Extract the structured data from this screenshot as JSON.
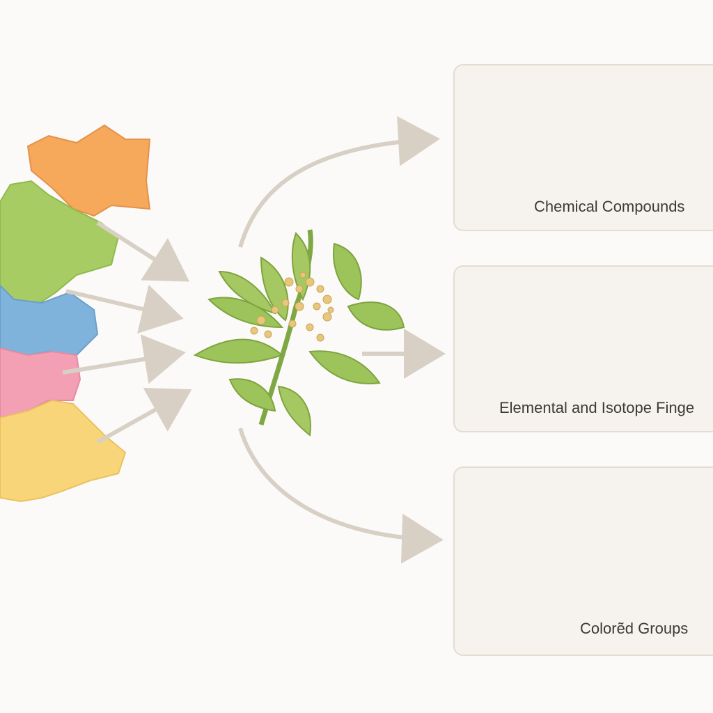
{
  "boxes": {
    "chemical": {
      "label": "Chemical Compounds"
    },
    "elemental": {
      "label": "Elemental and Isotope Finge"
    },
    "colored": {
      "label": "Colorẽd Groups"
    }
  },
  "colors": {
    "orange": "#f6a95a",
    "green": "#a7cc63",
    "blue": "#7fb3dc",
    "pink": "#f3a0b4",
    "yellow": "#f9d57a",
    "arrow": "#d8d0c5",
    "leaf": "#8bb34a",
    "flower": "#e7c77a"
  },
  "icons": {
    "droplets": "droplet-icons",
    "molecules": "molecule-icons",
    "plant": "plant-icon",
    "map": "region-map-icon"
  }
}
